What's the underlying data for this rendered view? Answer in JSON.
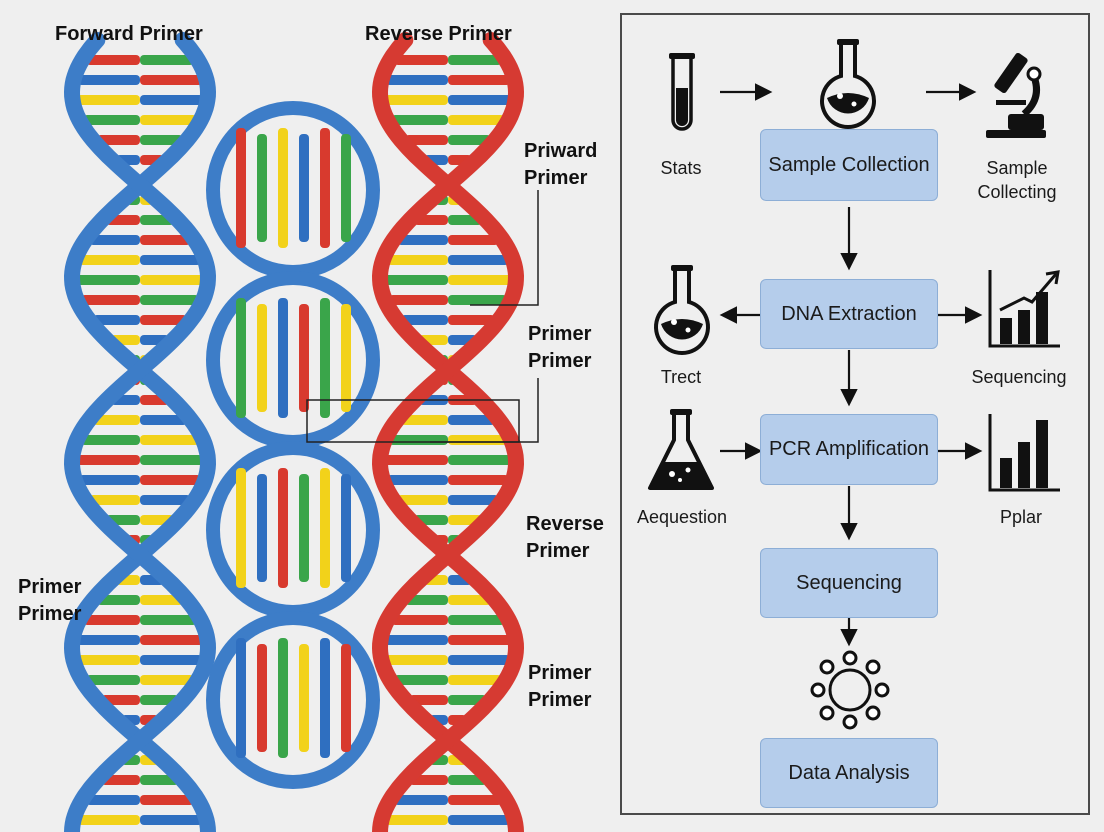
{
  "diagram": {
    "labels": {
      "forward_primer_top": "Forward Primer",
      "reverse_primer_top": "Reverse Primer",
      "priward": [
        "Priward",
        "Primer"
      ],
      "primer_a": [
        "Primer",
        "Primer"
      ],
      "reverse_mid": [
        "Reverse",
        "Primer"
      ],
      "primer_left": [
        "Primer",
        "Primer"
      ],
      "primer_b": [
        "Primer",
        "Primer"
      ]
    },
    "colors": {
      "blue_strand": "#3d7dc8",
      "red_strand": "#d63a32",
      "base_red": "#d83a2e",
      "base_green": "#3aa54a",
      "base_yellow": "#f2d21a",
      "base_blue": "#2f6fc0",
      "box_fill": "#b5cdeb",
      "panel_border": "#4a4a4a"
    }
  },
  "workflow": {
    "steps": [
      "Sample Collection",
      "DNA Extraction",
      "PCR Amplification",
      "Sequencing",
      "Data Analysis"
    ],
    "side_labels": {
      "stats": "Stats",
      "sample_collecting": [
        "Sample",
        "Collecting"
      ],
      "trect": "Trect",
      "sequencing": "Sequencing",
      "aequestion": "Aequestion",
      "pplar": "Pplar"
    },
    "icons": [
      "test-tube-icon",
      "flask-icon",
      "microscope-icon",
      "flask-icon",
      "bar-chart-icon",
      "conical-flask-icon",
      "bar-chart-icon",
      "network-icon"
    ]
  }
}
